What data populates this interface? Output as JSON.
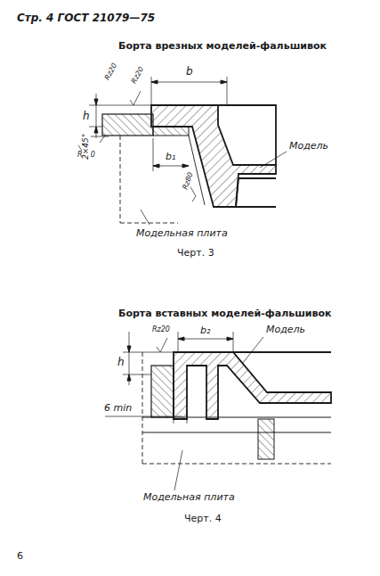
{
  "diagram": {
    "labels": [
      "Стр. 4  ГОСТ 21079—75",
      "Борта врезных моделей-фальшивок",
      "b",
      "Rz20",
      "Rz20",
      "h",
      "Rz20",
      "2×45°",
      "b₁",
      "Rz80",
      "Модель",
      "Модельная плита",
      "Черт. 3",
      "Борта вставных моделей-фальшивок",
      "Rz20",
      "b₂",
      "Модель",
      "h",
      "6 min",
      "Модельная плита",
      "Черт. 4",
      "6"
    ]
  }
}
